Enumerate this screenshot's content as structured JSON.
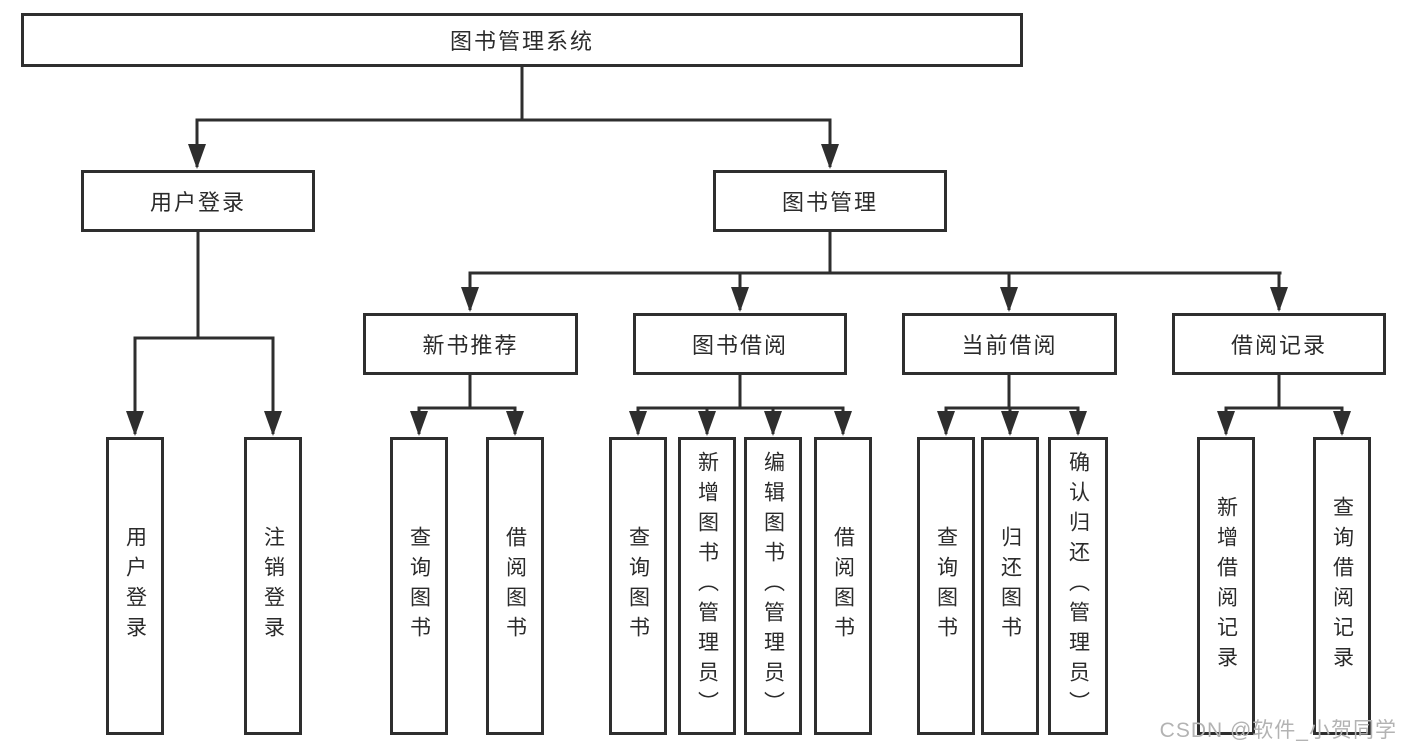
{
  "tree": {
    "label": "图书管理系统",
    "children": [
      {
        "label": "用户登录",
        "children": [
          {
            "label": "用户登录"
          },
          {
            "label": "注销登录"
          }
        ]
      },
      {
        "label": "图书管理",
        "children": [
          {
            "label": "新书推荐",
            "children": [
              {
                "label": "查询图书"
              },
              {
                "label": "借阅图书"
              }
            ]
          },
          {
            "label": "图书借阅",
            "children": [
              {
                "label": "查询图书"
              },
              {
                "label": "新增图书（管理员）"
              },
              {
                "label": "编辑图书（管理员）"
              },
              {
                "label": "借阅图书"
              }
            ]
          },
          {
            "label": "当前借阅",
            "children": [
              {
                "label": "查询图书"
              },
              {
                "label": "归还图书"
              },
              {
                "label": "确认归还（管理员）"
              }
            ]
          },
          {
            "label": "借阅记录",
            "children": [
              {
                "label": "新增借阅记录"
              },
              {
                "label": "查询借阅记录"
              }
            ]
          }
        ]
      }
    ]
  },
  "watermark": {
    "text": "CSDN @软件_小贺同学"
  },
  "colors": {
    "line_color": "#2e2e2e",
    "text_color": "#2b2b2b",
    "box_fill": "#ffffff",
    "watermark_color": "#b3b3b3"
  }
}
